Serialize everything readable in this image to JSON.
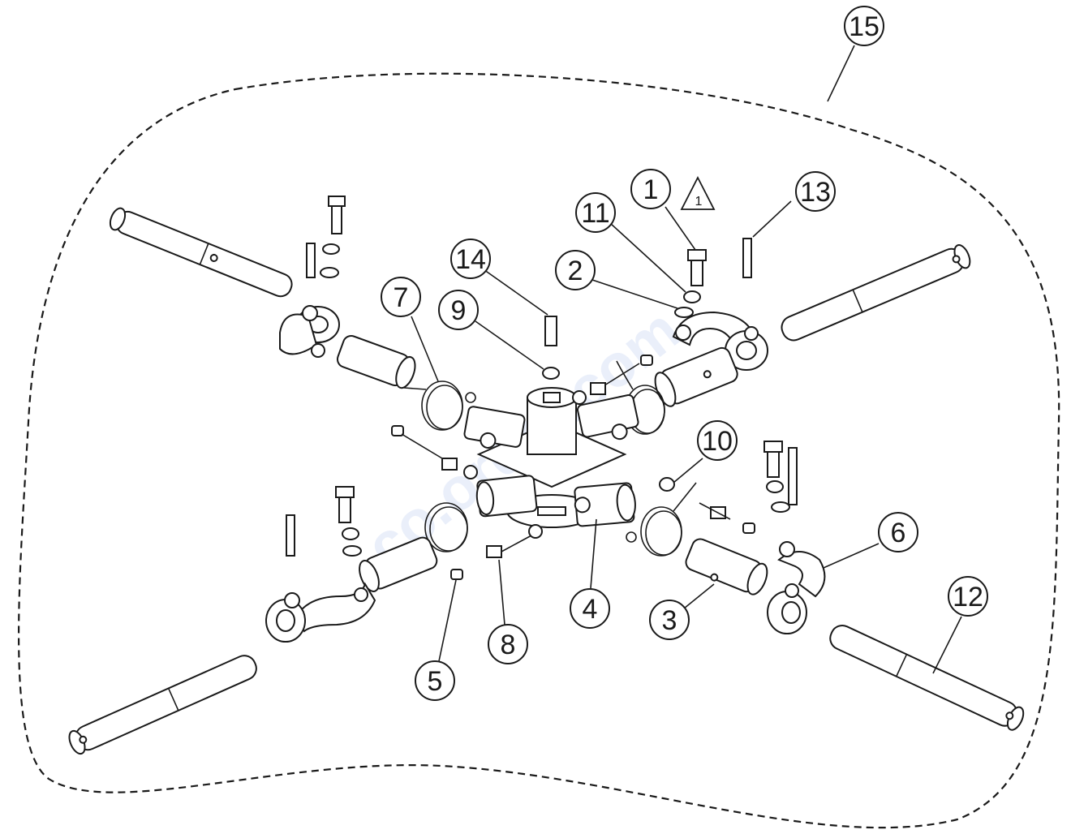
{
  "callouts": [
    {
      "id": "c15",
      "label": "15"
    },
    {
      "id": "c1",
      "label": "1"
    },
    {
      "id": "c11",
      "label": "11"
    },
    {
      "id": "c13",
      "label": "13"
    },
    {
      "id": "c2",
      "label": "2"
    },
    {
      "id": "c14",
      "label": "14"
    },
    {
      "id": "c9",
      "label": "9"
    },
    {
      "id": "c7",
      "label": "7"
    },
    {
      "id": "c10",
      "label": "10"
    },
    {
      "id": "c6",
      "label": "6"
    },
    {
      "id": "c12",
      "label": "12"
    },
    {
      "id": "c4",
      "label": "4"
    },
    {
      "id": "c3",
      "label": "3"
    },
    {
      "id": "c8",
      "label": "8"
    },
    {
      "id": "c5",
      "label": "5"
    }
  ],
  "revision_marker": "1",
  "watermark": "co.order.com",
  "colors": {
    "line": "#1a1a1a",
    "watermark": "#3f6fd8",
    "background": "#ffffff"
  }
}
